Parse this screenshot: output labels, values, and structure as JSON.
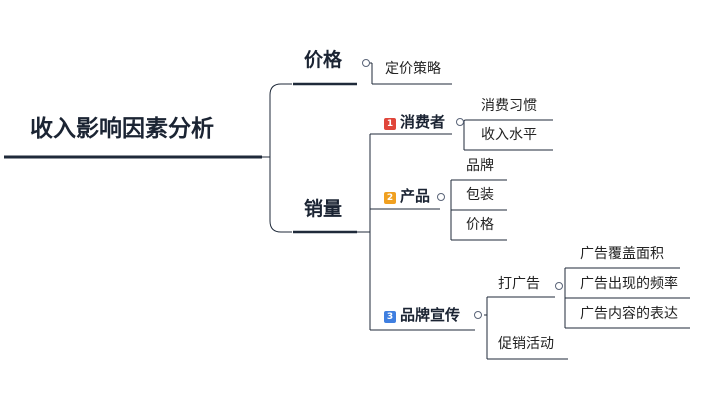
{
  "colors": {
    "line": "#1f2a3a",
    "badge_1": "#e0453a",
    "badge_2": "#f0a020",
    "badge_3": "#3f7fe0"
  },
  "root": {
    "label": "收入影响因素分析"
  },
  "price": {
    "label": "价格",
    "children": [
      "定价策略"
    ]
  },
  "sales": {
    "label": "销量",
    "consumer": {
      "badge": "1",
      "label": "消费者",
      "children": [
        "消费习惯",
        "收入水平"
      ]
    },
    "product": {
      "badge": "2",
      "label": "产品",
      "children": [
        "品牌",
        "包装",
        "价格"
      ]
    },
    "promotion": {
      "badge": "3",
      "label": "品牌宣传",
      "ads": {
        "label": "打广告",
        "children": [
          "广告覆盖面积",
          "广告出现的频率",
          "广告内容的表达"
        ]
      },
      "sales_promo": {
        "label": "促销活动"
      }
    }
  }
}
